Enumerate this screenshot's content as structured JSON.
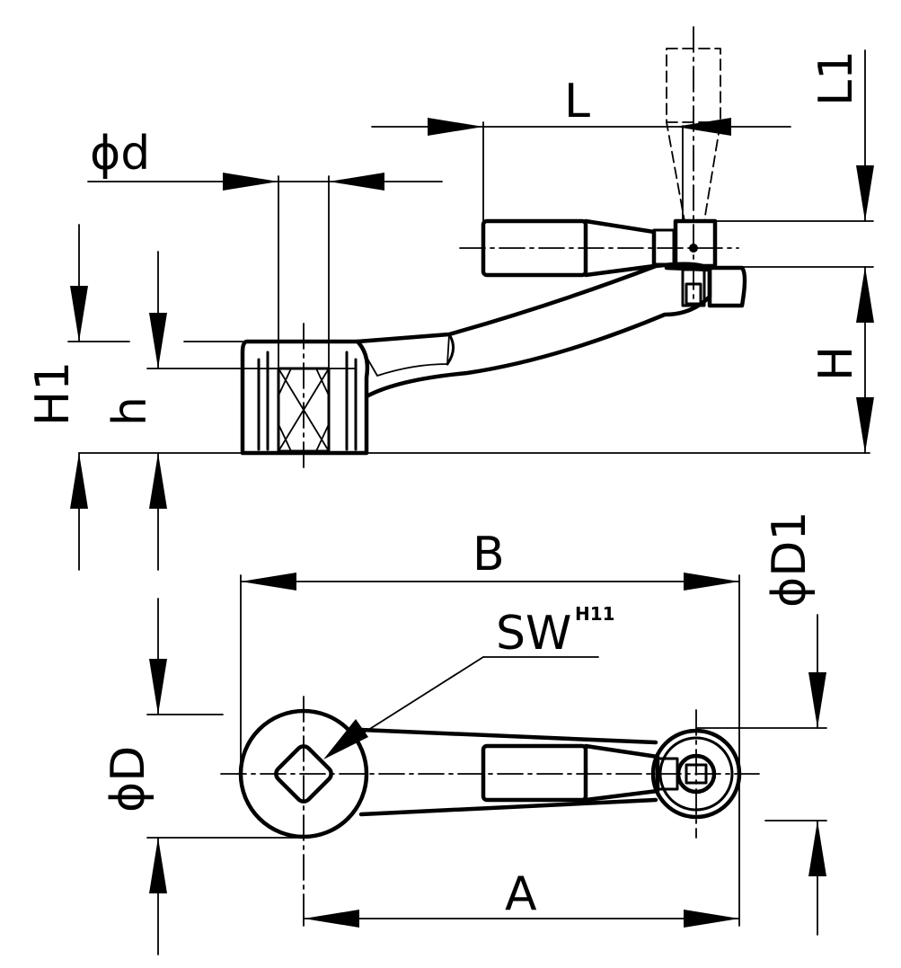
{
  "dimensions": {
    "phi_d": "ϕd",
    "L": "L",
    "L1": "L1",
    "H1": "H1",
    "h": "h",
    "H": "H",
    "B": "B",
    "sw": "SW",
    "sw_tolerance": "H11",
    "phi_D": "ϕD",
    "phi_D1": "ϕD1",
    "A": "A"
  },
  "colors": {
    "ink": "#000000",
    "paper": "#ffffff"
  }
}
